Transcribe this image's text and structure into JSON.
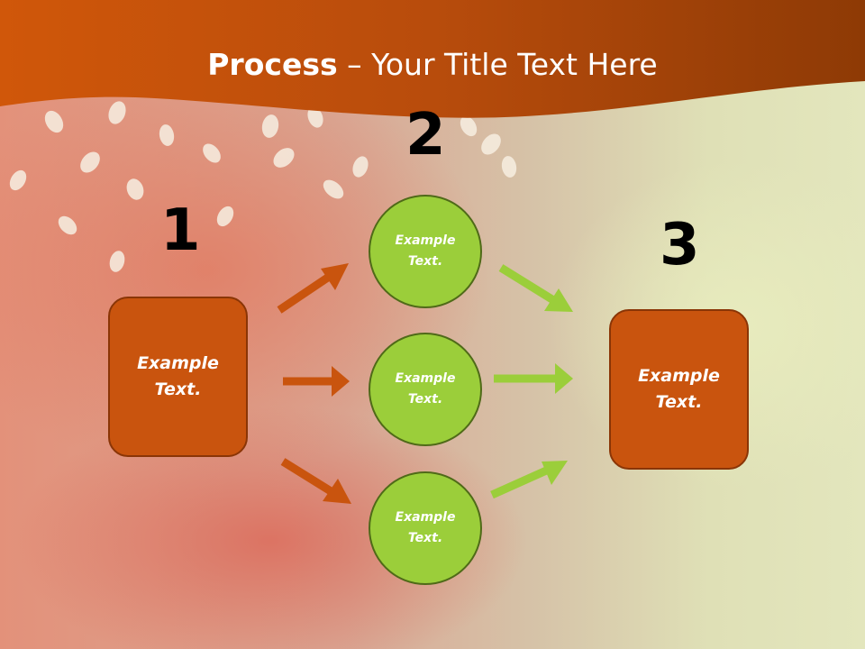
{
  "slide": {
    "title_bold": "Process",
    "title_rest": " – Your Title Text Here"
  },
  "steps": {
    "one": "1",
    "two": "2",
    "three": "3"
  },
  "left_box": {
    "text": "Example Text."
  },
  "circles": [
    {
      "text": "Example Text."
    },
    {
      "text": "Example Text."
    },
    {
      "text": "Example Text."
    }
  ],
  "right_box": {
    "text": "Example Text."
  },
  "colors": {
    "header": "#c9540e",
    "box_fill": "#c9540e",
    "circle_fill": "#9bce3a",
    "arrow_orange": "#c9540e",
    "arrow_green": "#9bce3a"
  }
}
